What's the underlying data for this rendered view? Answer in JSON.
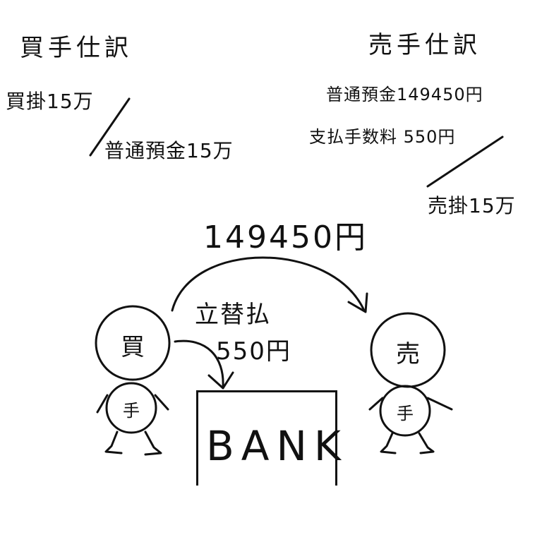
{
  "buyer_journal": {
    "heading": "買手仕訳",
    "debit": "買掛15万",
    "credit": "普通預金15万"
  },
  "seller_journal": {
    "heading": "売手仕訳",
    "debit_1": "普通預金149450円",
    "debit_2": "支払手数料 550円",
    "credit": "売掛15万"
  },
  "transfer": {
    "amount": "149450円"
  },
  "fee": {
    "label": "立替払",
    "amount": "550円"
  },
  "buyer": {
    "head_label": "買",
    "body_label": "手"
  },
  "seller": {
    "head_label": "売",
    "body_label": "手"
  },
  "bank": {
    "label": "BANK"
  }
}
